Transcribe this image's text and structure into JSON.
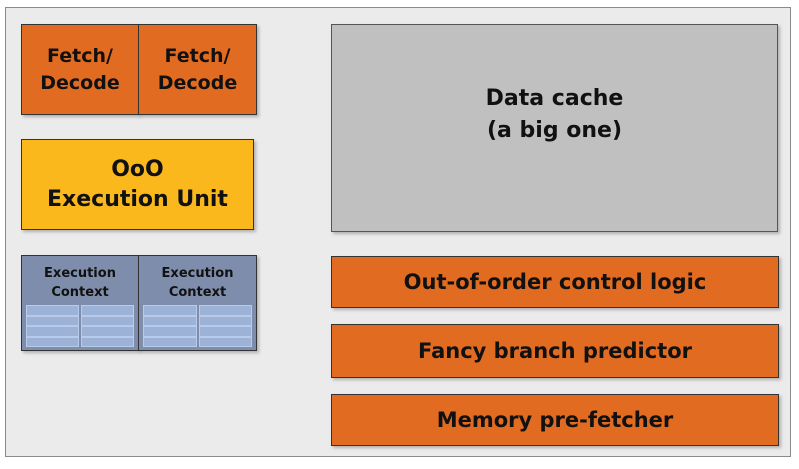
{
  "blocks": {
    "fetch_decode": [
      "Fetch/\nDecode",
      "Fetch/\nDecode"
    ],
    "ooo_unit": "OoO\nExecution Unit",
    "execution_contexts": [
      "Execution\nContext",
      "Execution\nContext"
    ],
    "data_cache": "Data cache\n(a big one)",
    "ooo_control": "Out-of-order control logic",
    "branch_predictor": "Fancy branch predictor",
    "prefetcher": "Memory pre-fetcher"
  },
  "colors": {
    "orange": "#e26b22",
    "yellow": "#fbb81c",
    "gray": "#c0c0c0",
    "context": "#7d8dab",
    "register": "#9cb2d6"
  }
}
